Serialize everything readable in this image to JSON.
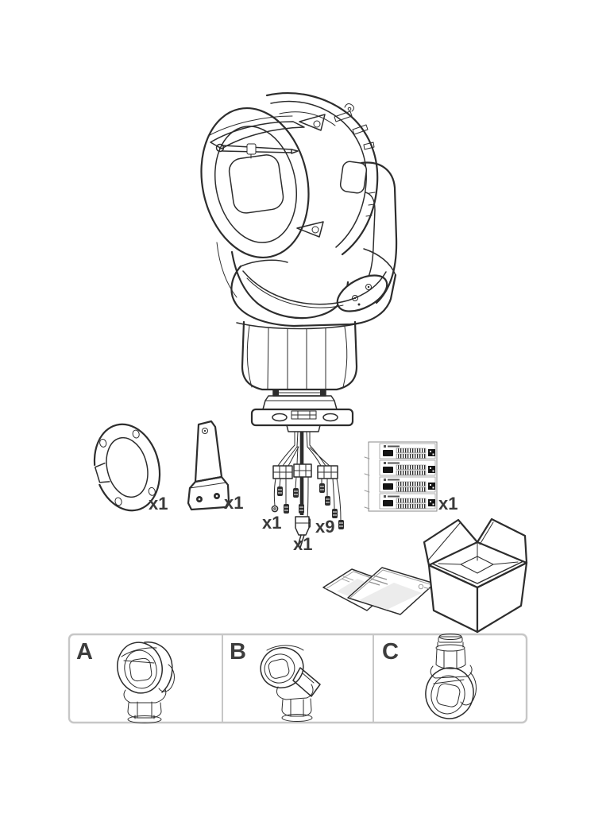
{
  "parts": {
    "gasket_qty": "x1",
    "bracket_qty": "x1",
    "ground_wire_qty": "x1",
    "cable_connectors_qty": "x9",
    "network_connector_qty": "x1",
    "label_sheet_qty": "x1"
  },
  "mount_options": [
    {
      "label": "A"
    },
    {
      "label": "B"
    },
    {
      "label": "C"
    }
  ],
  "colors": {
    "line": "#2d2d2d",
    "label_text": "#3a3a3a",
    "panel_border": "#c7c7c7",
    "background": "#ffffff"
  }
}
